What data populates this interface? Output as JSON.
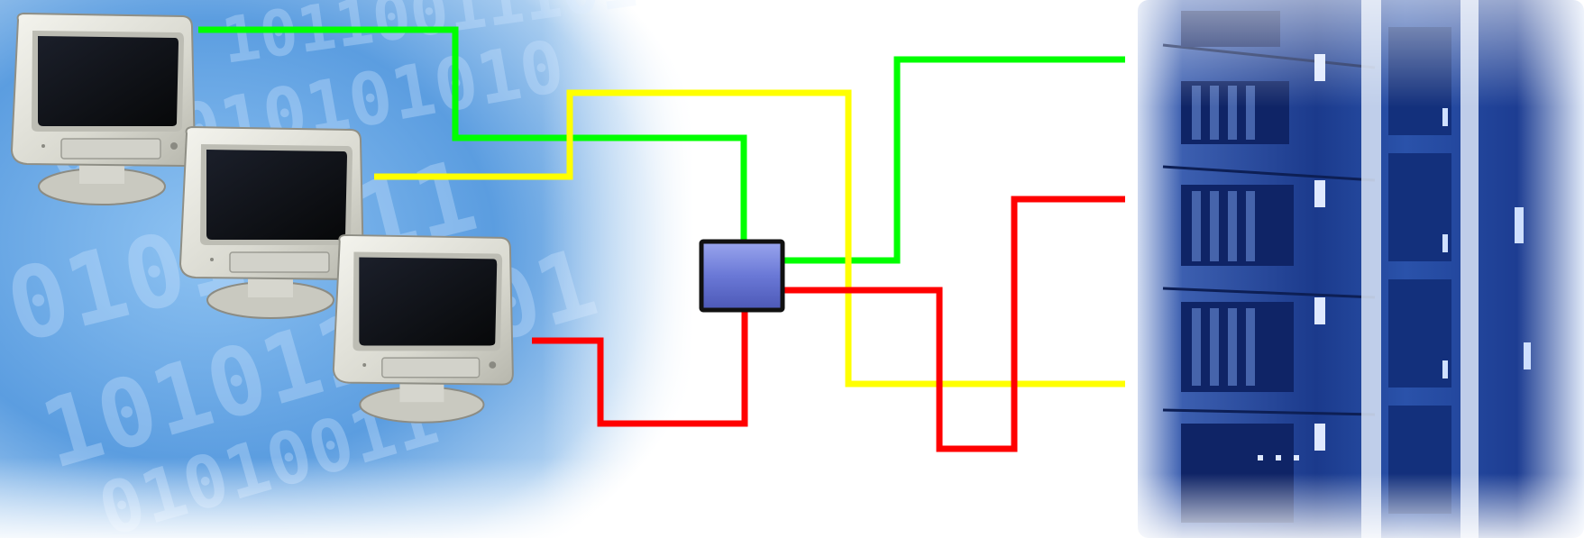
{
  "diagram": {
    "monitors": [
      {
        "id": "monitor-1",
        "link_color": "green"
      },
      {
        "id": "monitor-2",
        "link_color": "yellow"
      },
      {
        "id": "monitor-3",
        "link_color": "red"
      }
    ],
    "hub": {
      "color": "#6a78d6"
    },
    "links": [
      {
        "id": "green-link",
        "color": "#00ff00"
      },
      {
        "id": "yellow-link",
        "color": "#ffff00"
      },
      {
        "id": "red-link",
        "color": "#ff0000"
      }
    ],
    "binary_background": {
      "color": "#4a8fd6"
    },
    "server_rack": {
      "color": "#1f3a8a"
    }
  }
}
